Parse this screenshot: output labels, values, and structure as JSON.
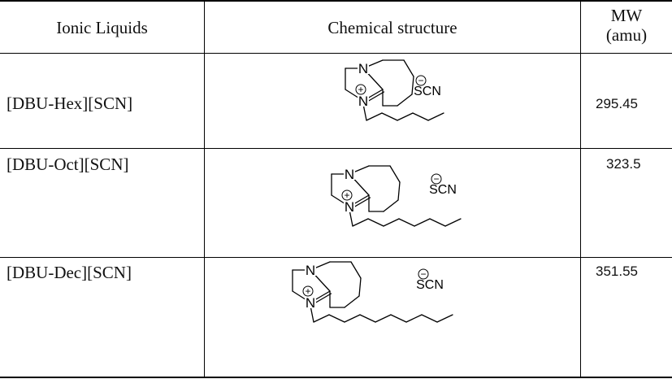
{
  "table": {
    "headers": {
      "name": "Ionic Liquids",
      "structure": "Chemical structure",
      "mw_line1": "MW",
      "mw_line2": "(amu)"
    },
    "rows": [
      {
        "name": "[DBU-Hex][SCN]",
        "mw": "295.45"
      },
      {
        "name": "[DBU-Oct][SCN]",
        "mw": "323.5"
      },
      {
        "name": "[DBU-Dec][SCN]",
        "mw": "351.55"
      }
    ],
    "structure_labels": {
      "nitrogen": "N",
      "plus": "+",
      "minus": "−",
      "anion": "SCN"
    }
  }
}
